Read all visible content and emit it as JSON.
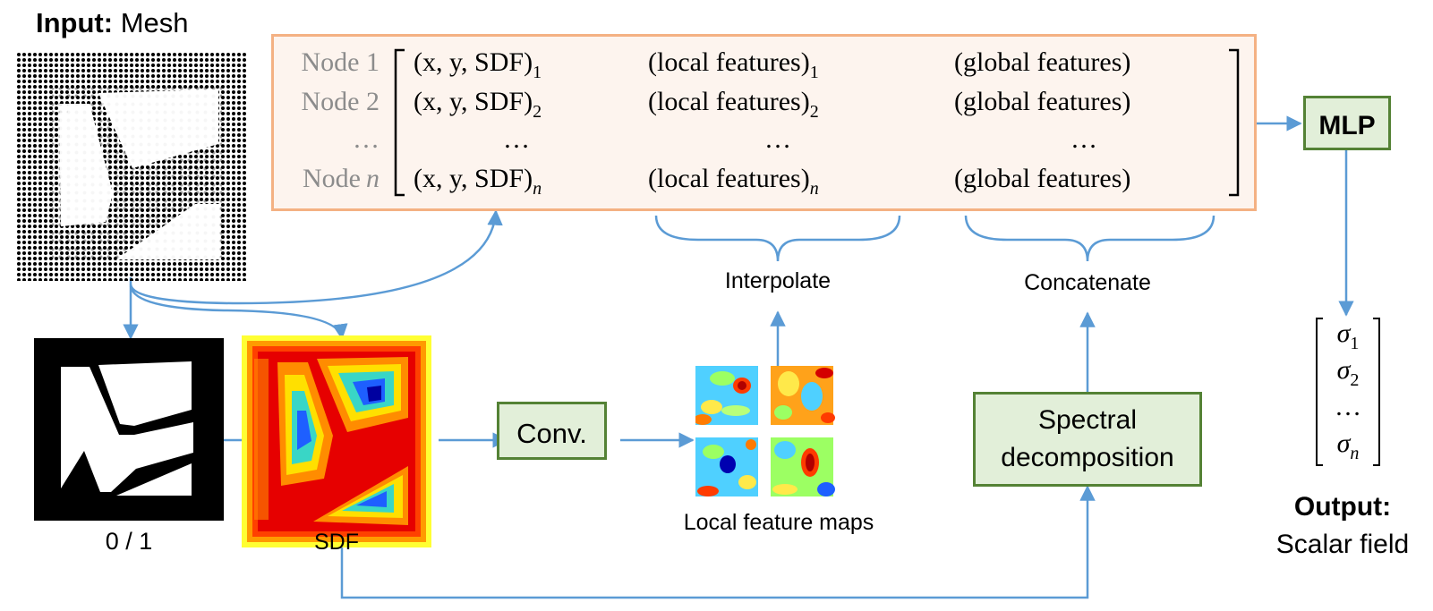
{
  "colors": {
    "arrow": "#5b9bd5",
    "box_border": "#f4b183",
    "box_fill": "#fdf4ee",
    "green_border": "#548235",
    "green_fill": "#e2efd9"
  },
  "input": {
    "label_bold": "Input:",
    "label": "Mesh"
  },
  "binary_label": "0 / 1",
  "sdf_label": "SDF",
  "conv_label": "Conv.",
  "feature_maps_label": "Local feature maps",
  "interpolate_label": "Interpolate",
  "concatenate_label": "Concatenate",
  "spectral_label_1": "Spectral",
  "spectral_label_2": "decomposition",
  "mlp_label": "MLP",
  "output": {
    "label_bold": "Output:",
    "label": "Scalar field"
  },
  "matrix": {
    "rows": [
      {
        "node": "Node 1",
        "node_sub": "",
        "xy": "(x, y, SDF)",
        "xy_sub": "1",
        "local": "(local features)",
        "local_sub": "1",
        "global": "(global features)"
      },
      {
        "node": "Node 2",
        "node_sub": "",
        "xy": "(x, y, SDF)",
        "xy_sub": "2",
        "local": "(local features)",
        "local_sub": "2",
        "global": "(global features)"
      },
      {
        "node": "…",
        "node_sub": "",
        "xy": "…",
        "xy_sub": "",
        "local": "…",
        "local_sub": "",
        "global": "…"
      },
      {
        "node": "Node",
        "node_sub": "n",
        "xy": "(x, y, SDF)",
        "xy_sub": "n",
        "local": "(local features)",
        "local_sub": "n",
        "global": "(global features)"
      }
    ]
  },
  "output_vector": [
    "σ1",
    "σ2",
    "…",
    "σn"
  ]
}
